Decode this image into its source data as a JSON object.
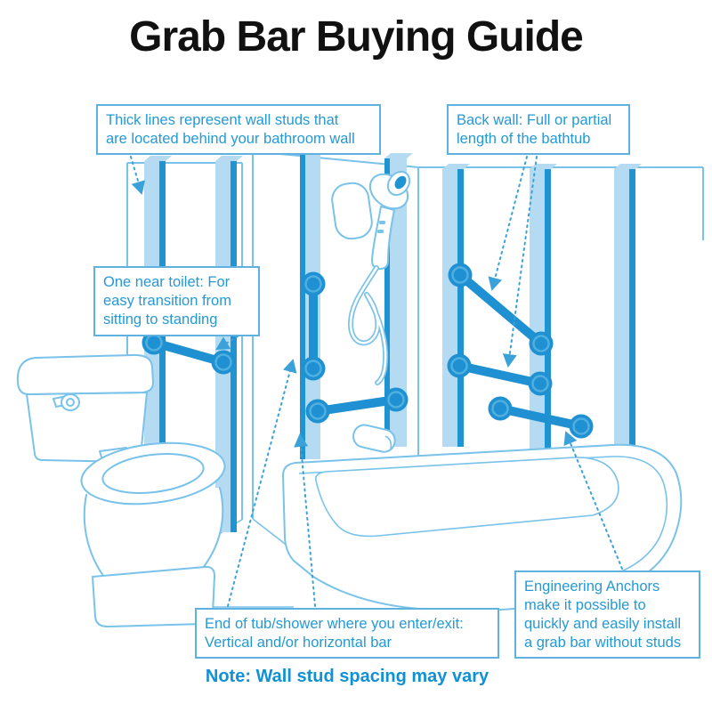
{
  "title": "Grab Bar Buying Guide",
  "note": "Note: Wall stud spacing may vary",
  "callouts": {
    "wall_studs": {
      "lines": [
        "Thick lines represent wall studs that",
        "are located behind your bathroom wall"
      ]
    },
    "back_wall": {
      "lines": [
        "Back wall: Full or partial",
        "length of the bathtub"
      ]
    },
    "near_toilet": {
      "lines": [
        "One near toilet: For",
        "easy transition from",
        "sitting to standing"
      ]
    },
    "tub_end": {
      "lines": [
        "End of tub/shower where you enter/exit:",
        "Vertical and/or horizontal bar"
      ]
    },
    "anchors": {
      "lines": [
        "Engineering Anchors",
        "make it possible to",
        "quickly and easily install",
        "a grab bar without studs"
      ]
    }
  },
  "diagram": {
    "walls": [
      "left-toilet-wall",
      "shower-end-wall",
      "back-tub-wall"
    ],
    "stud_count": 7,
    "grab_bars": [
      "near-toilet-horizontal",
      "shower-end-vertical",
      "shower-end-horizontal",
      "back-wall-diagonal",
      "back-wall-horizontal",
      "back-wall-anchor-horizontal"
    ],
    "fixtures": [
      "toilet",
      "handheld-shower-head",
      "tub-spout",
      "bathtub"
    ]
  },
  "colors": {
    "title": "#111111",
    "callout_text": "#2599d6",
    "callout_border": "#5fb2e0",
    "note_text": "#1191d5",
    "stud_fill": "#b5dbf3",
    "stud_edge": "#2093d2",
    "grab_bar": "#1f90d1",
    "fixture_outline": "#79c2e9",
    "arrow": "#3aa2d8"
  }
}
